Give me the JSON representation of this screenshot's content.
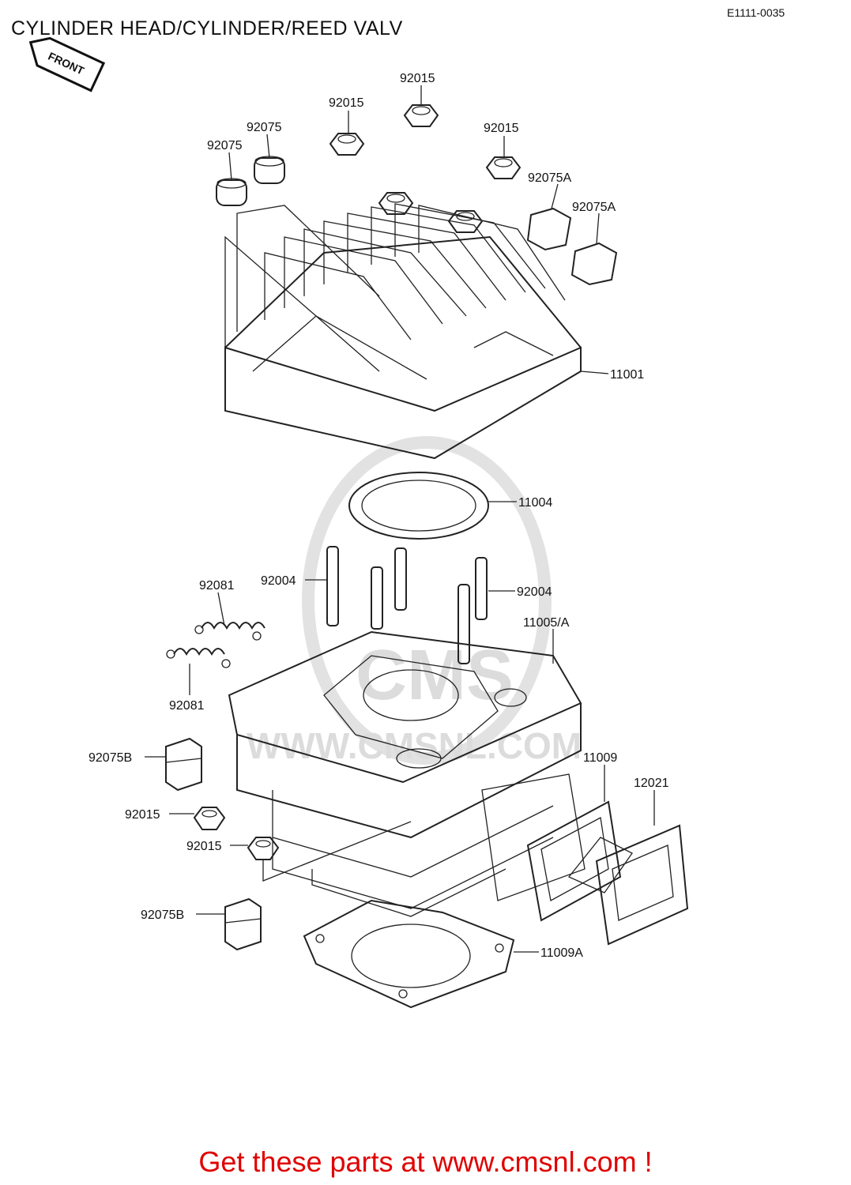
{
  "header": {
    "title": "CYLINDER HEAD/CYLINDER/REED VALV",
    "diagram_code": "E1111-0035"
  },
  "front_label": "FRONT",
  "watermark": {
    "main": "CMS",
    "url": "WWW.CMSNL.COM"
  },
  "callouts": {
    "c1": "92015",
    "c2": "92015",
    "c3": "92015",
    "c4": "92075",
    "c5": "92075",
    "c6": "92075A",
    "c7": "92075A",
    "c8": "11001",
    "c9": "11004",
    "c10": "92081",
    "c11": "92004",
    "c12": "92004",
    "c13": "11005/A",
    "c14": "92081",
    "c15": "92075B",
    "c16": "11009",
    "c17": "12021",
    "c18": "92015",
    "c19": "92015",
    "c20": "92075B",
    "c21": "11009A"
  },
  "footer": {
    "text": "Get these parts at www.cmsnl.com !"
  }
}
